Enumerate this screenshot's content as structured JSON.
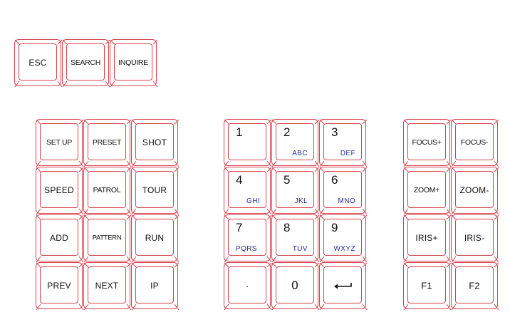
{
  "top_keys": [
    "ESC",
    "SEARCH",
    "INQUIRE"
  ],
  "function_keys": [
    [
      "SET UP",
      "PRESET",
      "SHOT"
    ],
    [
      "SPEED",
      "PATROL",
      "TOUR"
    ],
    [
      "ADD",
      "PATTERN",
      "RUN"
    ],
    [
      "PREV",
      "NEXT",
      "IP"
    ]
  ],
  "numpad": [
    [
      {
        "digit": "1",
        "letters": ""
      },
      {
        "digit": "2",
        "letters": "ABC"
      },
      {
        "digit": "3",
        "letters": "DEF"
      }
    ],
    [
      {
        "digit": "4",
        "letters": "GHI"
      },
      {
        "digit": "5",
        "letters": "JKL"
      },
      {
        "digit": "6",
        "letters": "MNO"
      }
    ],
    [
      {
        "digit": "7",
        "letters": "PQRS"
      },
      {
        "digit": "8",
        "letters": "TUV"
      },
      {
        "digit": "9",
        "letters": "WXYZ"
      }
    ],
    [
      {
        "digit": "·",
        "letters": ""
      },
      {
        "digit": "0",
        "letters": ""
      },
      {
        "digit": "",
        "letters": "",
        "icon": "enter-icon"
      }
    ]
  ],
  "lens_keys": [
    [
      "FOCUS+",
      "FOCUS-"
    ],
    [
      "ZOOM+",
      "ZOOM-"
    ],
    [
      "IRIS+",
      "IRIS-"
    ],
    [
      "F1",
      "F2"
    ]
  ],
  "colors": {
    "key_outline": "#d9434d",
    "letters": "#2a2a9a",
    "label": "#111111"
  }
}
